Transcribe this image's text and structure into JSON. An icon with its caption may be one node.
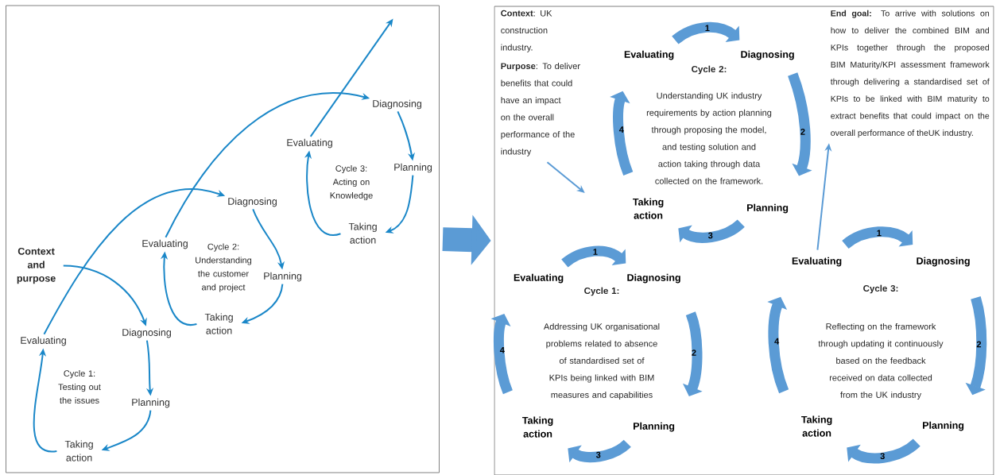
{
  "diagram": {
    "nodes": [
      {
        "text": [],
        "shape": "box"
      },
      {
        "text": [],
        "shape": "box"
      },
      {
        "text": [
          "Context and purpose"
        ],
        "in": 0
      },
      {
        "text": [
          "Evaluating"
        ],
        "in": 0
      },
      {
        "text": [
          "Diagnosing"
        ],
        "in": 0
      },
      {
        "text": [
          "Planning"
        ],
        "in": 0
      },
      {
        "text": [
          "Taking action"
        ],
        "in": 0
      },
      {
        "text": [
          "Evaluating"
        ],
        "in": 0
      },
      {
        "text": [
          "Diagnosing"
        ],
        "in": 0
      },
      {
        "text": [
          "Planning"
        ],
        "in": 0
      },
      {
        "text": [
          "Taking action"
        ],
        "in": 0
      },
      {
        "text": [
          "Evaluating"
        ],
        "in": 0
      },
      {
        "text": [
          "Diagnosing"
        ],
        "in": 0
      },
      {
        "text": [
          "Planning"
        ],
        "in": 0
      },
      {
        "text": [
          "Taking action"
        ],
        "in": 0
      },
      {
        "text": [
          "**Context**: UK construction industry.",
          "**Purpose**: To deliver benefits that could have an impact on the overall performance of the industry"
        ],
        "in": 1
      },
      {
        "text": [
          "Evaluating"
        ],
        "in": 1
      },
      {
        "text": [
          "Diagnosing"
        ],
        "in": 1
      },
      {
        "text": [
          "Planning"
        ],
        "in": 1
      },
      {
        "text": [
          "Taking action"
        ],
        "in": 1
      },
      {
        "text": [
          "Evaluating"
        ],
        "in": 1
      },
      {
        "text": [
          "Diagnosing"
        ],
        "in": 1
      },
      {
        "text": [
          "Planning"
        ],
        "in": 1
      },
      {
        "text": [
          "Taking action"
        ],
        "in": 1
      },
      {
        "text": [
          "**End goal:** To arrive with solutions on how to deliver the combined BIM and KPIs together through the proposed BIM Maturity/KPI assessment framework through delivering a standardised set of KPIs to be linked with BIM maturity to extract benefits that could impact on the overall performance of theUK industry."
        ],
        "in": 1
      },
      {
        "text": [
          "Evaluating"
        ],
        "in": 1
      },
      {
        "text": [
          "Diagnosing"
        ],
        "in": 1
      },
      {
        "text": [
          "Planning"
        ],
        "in": 1
      },
      {
        "text": [
          "Taking action"
        ],
        "in": 1
      }
    ],
    "edges": [
      {
        "from": 0,
        "to": 1,
        "arrow": "to",
        "style": "thick",
        "color": "#5b9bd5"
      },
      {
        "from": 2,
        "to": 4,
        "arrow": "to",
        "color": "#1a87c8"
      },
      {
        "from": 4,
        "to": 5,
        "arrow": "to",
        "color": "#1a87c8"
      },
      {
        "from": 5,
        "to": 6,
        "arrow": "to",
        "color": "#1a87c8"
      },
      {
        "from": 6,
        "to": 3,
        "arrow": "to",
        "color": "#1a87c8"
      },
      {
        "from": 3,
        "to": 8,
        "arrow": "to",
        "color": "#1a87c8"
      },
      {
        "from": 8,
        "to": 9,
        "arrow": "to",
        "color": "#1a87c8"
      },
      {
        "from": 9,
        "to": 10,
        "arrow": "to",
        "color": "#1a87c8"
      },
      {
        "from": 10,
        "to": 7,
        "arrow": "to",
        "color": "#1a87c8"
      },
      {
        "from": 7,
        "to": 12,
        "arrow": "to",
        "color": "#1a87c8"
      },
      {
        "from": 12,
        "to": 13,
        "arrow": "to",
        "color": "#1a87c8"
      },
      {
        "from": 13,
        "to": 14,
        "arrow": "to",
        "color": "#1a87c8"
      },
      {
        "from": 14,
        "to": 11,
        "arrow": "to",
        "color": "#1a87c8"
      },
      {
        "from": 11,
        "to": null,
        "arrow": "to",
        "color": "#1a87c8"
      },
      {
        "from": 16,
        "to": 17,
        "arrow": "to",
        "label": "1",
        "style": "thick",
        "color": "#5b9bd5"
      },
      {
        "from": 17,
        "to": 18,
        "arrow": "to",
        "label": "2",
        "style": "thick",
        "color": "#5b9bd5"
      },
      {
        "from": 18,
        "to": 19,
        "arrow": "to",
        "label": "3",
        "style": "thick",
        "color": "#5b9bd5"
      },
      {
        "from": 19,
        "to": 16,
        "arrow": "to",
        "label": "4",
        "style": "thick",
        "color": "#5b9bd5"
      },
      {
        "from": 20,
        "to": 21,
        "arrow": "to",
        "label": "1",
        "style": "thick",
        "color": "#5b9bd5"
      },
      {
        "from": 21,
        "to": 22,
        "arrow": "to",
        "label": "2",
        "style": "thick",
        "color": "#5b9bd5"
      },
      {
        "from": 22,
        "to": 23,
        "arrow": "to",
        "label": "3",
        "style": "thick",
        "color": "#5b9bd5"
      },
      {
        "from": 23,
        "to": 20,
        "arrow": "to",
        "label": "4",
        "style": "thick",
        "color": "#5b9bd5"
      },
      {
        "from": 25,
        "to": 26,
        "arrow": "to",
        "label": "1",
        "style": "thick",
        "color": "#5b9bd5"
      },
      {
        "from": 26,
        "to": 27,
        "arrow": "to",
        "label": "2",
        "style": "thick",
        "color": "#5b9bd5"
      },
      {
        "from": 27,
        "to": 28,
        "arrow": "to",
        "label": "3",
        "style": "thick",
        "color": "#5b9bd5"
      },
      {
        "from": 28,
        "to": 25,
        "arrow": "to",
        "label": "4",
        "style": "thick",
        "color": "#5b9bd5"
      },
      {
        "from": 15,
        "to": null,
        "arrow": "to",
        "color": "#5b9bd5"
      },
      {
        "from": 25,
        "to": 24,
        "arrow": "to",
        "color": "#5b9bd5"
      }
    ],
    "labels": [
      "Cycle 1: Testing out the issues",
      "Cycle 2: Understanding the customer and project",
      "Cycle 3: Acting on Knowledge",
      "Cycle 2:",
      "Understanding UK industry requirements by action planning through proposing the model, and testing solution and action taking through data collected on the framework.",
      "Cycle 1:",
      "Addressing UK organisational problems related to absence of standardised set of KPIs being linked with BIM measures and capabilities",
      "Cycle 3:",
      "Reflecting on the framework through updating it continuously based on the feedback received on data collected from the UK industry"
    ]
  }
}
